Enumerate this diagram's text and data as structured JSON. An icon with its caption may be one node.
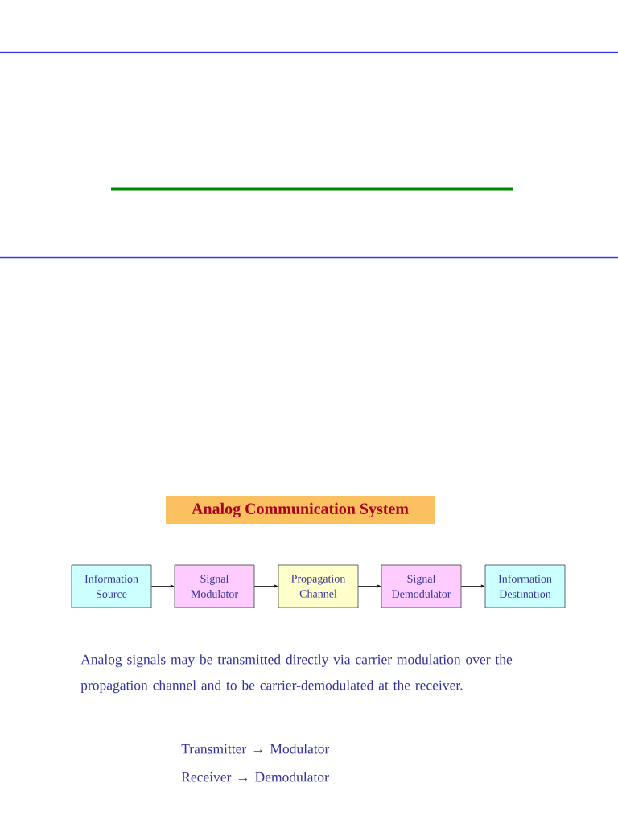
{
  "diagram": {
    "title": "Analog Communication System",
    "nodes": [
      {
        "text": [
          "Information Source"
        ]
      },
      {
        "text": [
          "Signal Modulator"
        ]
      },
      {
        "text": [
          "Propagation Channel"
        ]
      },
      {
        "text": [
          "Signal Demodulator"
        ]
      },
      {
        "text": [
          "Information Destination"
        ]
      }
    ],
    "edges": [
      {
        "from": 0,
        "to": 1,
        "arrow": "to"
      },
      {
        "from": 1,
        "to": 2,
        "arrow": "to"
      },
      {
        "from": 2,
        "to": 3,
        "arrow": "to"
      },
      {
        "from": 3,
        "to": 4,
        "arrow": "to"
      }
    ],
    "labels": [
      "Analog signals may be transmitted directly via carrier modulation over the propagation channel and to be carrier-demodulated at the receiver.",
      "Transmitter → Modulator",
      "Receiver → Demodulator"
    ]
  }
}
